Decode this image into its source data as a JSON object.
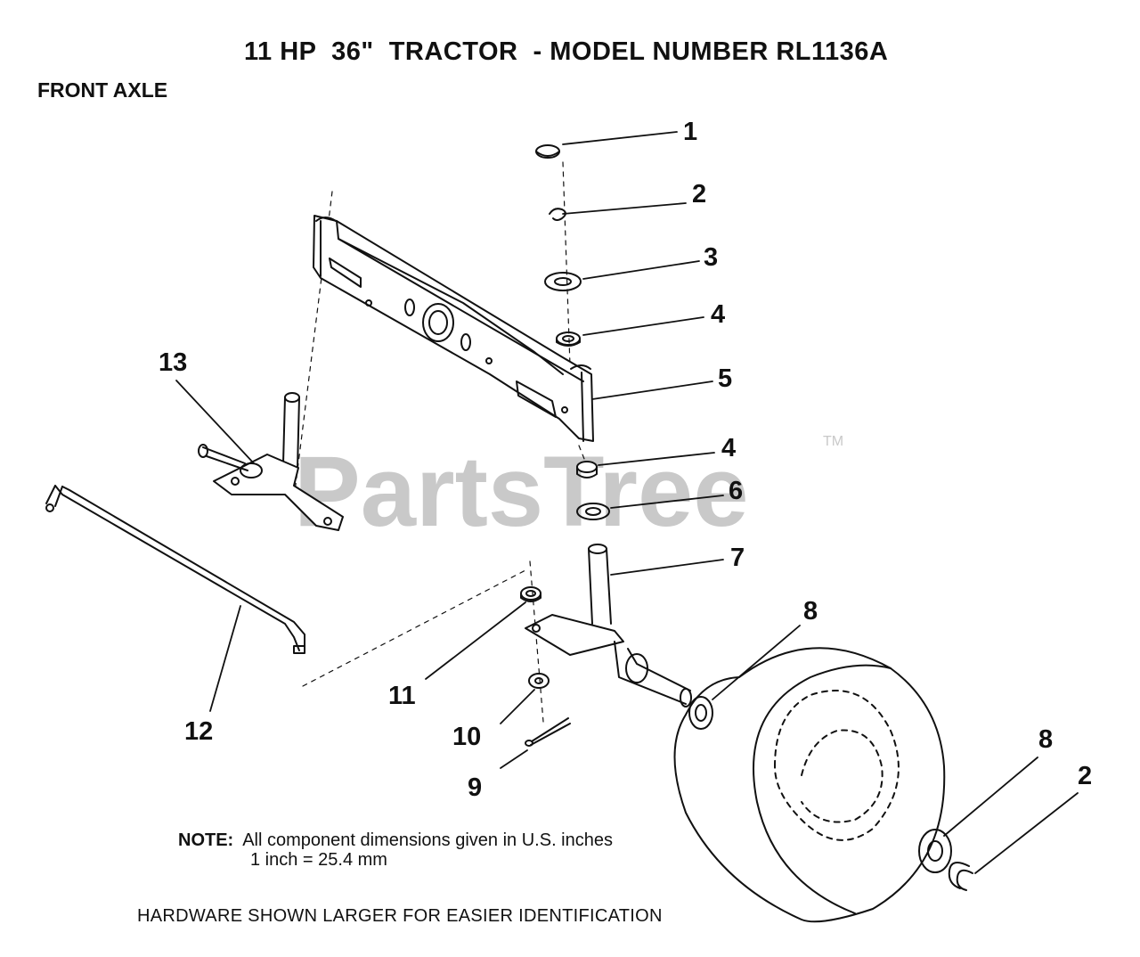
{
  "title": "11 HP  36\"  TRACTOR  - MODEL NUMBER RL1136A",
  "section": "FRONT AXLE",
  "watermark": {
    "text": "PartsTree",
    "tm": "TM"
  },
  "note": {
    "label": "NOTE:",
    "line1": "All component dimensions given in U.S. inches",
    "line2": "1 inch = 25.4 mm"
  },
  "hardware_note": "HARDWARE SHOWN LARGER FOR EASIER IDENTIFICATION",
  "callouts": {
    "c1": "1",
    "c2a": "2",
    "c3": "3",
    "c4a": "4",
    "c5": "5",
    "c4b": "4",
    "c6": "6",
    "c7": "7",
    "c8a": "8",
    "c11": "11",
    "c10": "10",
    "c9": "9",
    "c12": "12",
    "c13": "13",
    "c8b": "8",
    "c2b": "2"
  }
}
